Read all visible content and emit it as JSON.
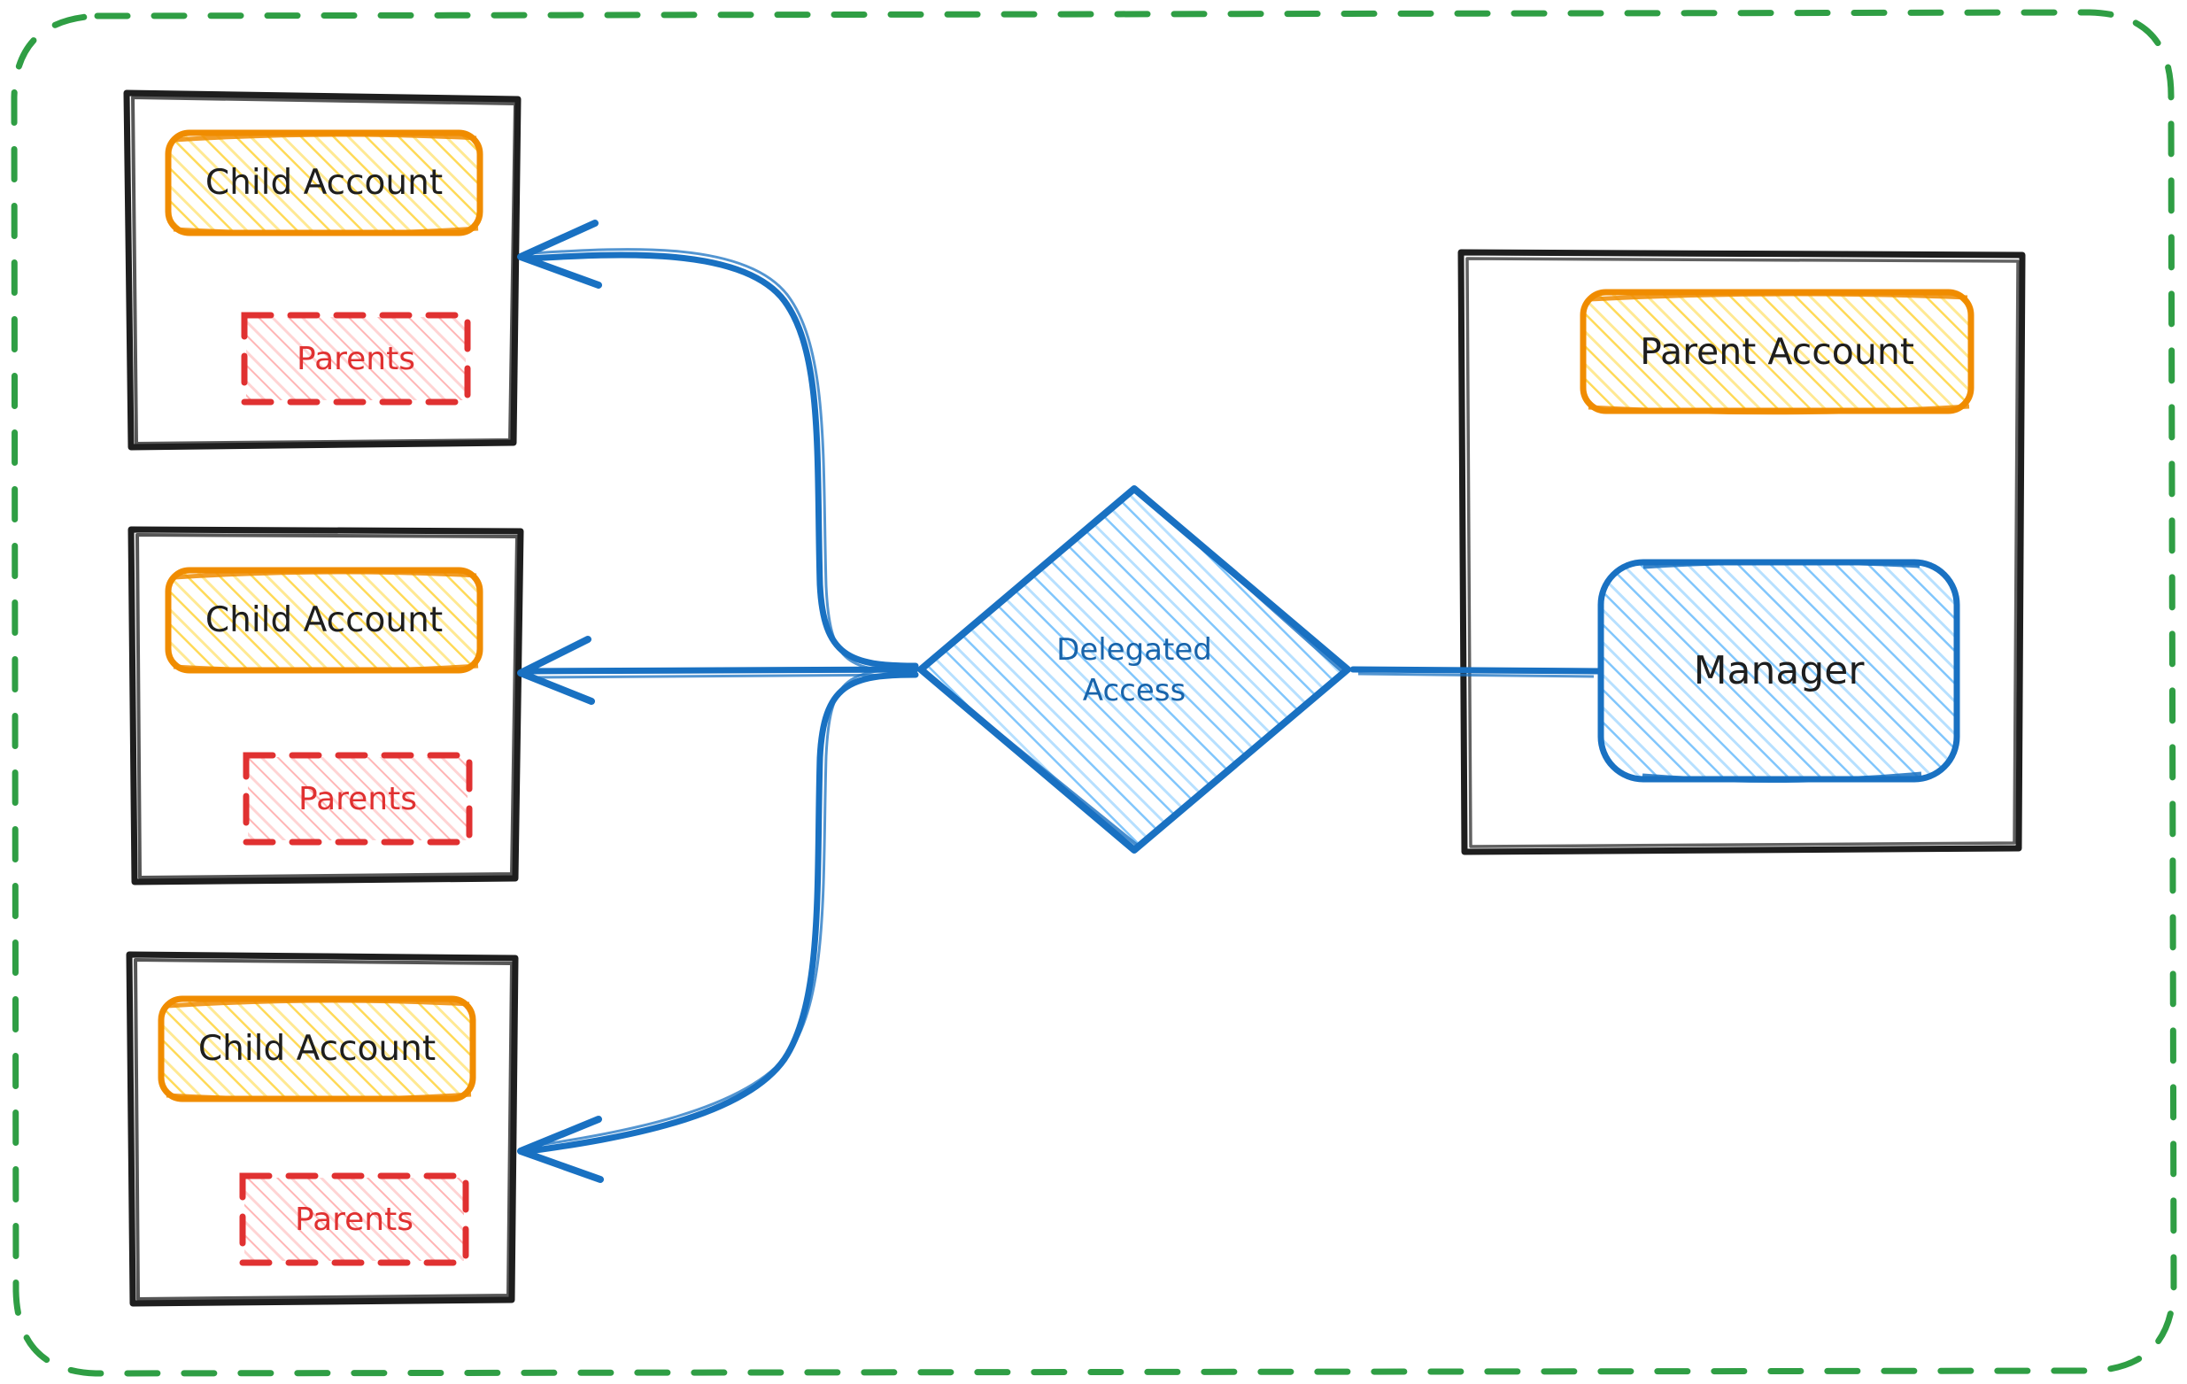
{
  "diagram": {
    "title": "Delegated Access",
    "type": "architecture-diagram",
    "background": "#ffffff",
    "outer_boundary": {
      "name": "organization-boundary",
      "style": "dashed",
      "color": "#2f9e44"
    },
    "colors": {
      "panel_stroke": "#1e1e1e",
      "account_stroke": "#f08c00",
      "account_fill": "#ffec99",
      "parents_stroke": "#e03131",
      "parents_fill": "#ffc9c9",
      "delegated_stroke": "#1971c2",
      "delegated_fill": "#a5d8ff",
      "manager_stroke": "#1971c2",
      "manager_fill": "#a5d8ff",
      "arrow": "#1971c2",
      "boundary": "#2f9e44",
      "text_dark": "#1e1e1e",
      "text_red": "#e03131",
      "text_blue": "#1864ab"
    },
    "child_panels": [
      {
        "id": "child-panel-1",
        "account_label": "Child Account",
        "parents_label": "Parents"
      },
      {
        "id": "child-panel-2",
        "account_label": "Child Account",
        "parents_label": "Parents"
      },
      {
        "id": "child-panel-3",
        "account_label": "Child Account",
        "parents_label": "Parents"
      }
    ],
    "parent_panel": {
      "id": "parent-panel",
      "account_label": "Parent Account",
      "manager_label": "Manager"
    },
    "decision": {
      "id": "delegated-access-diamond",
      "line1": "Delegated",
      "line2": "Access"
    },
    "connections": [
      {
        "from": "delegated-access-diamond",
        "to": "child-panel-1",
        "style": "curved-arrow",
        "direction": "left"
      },
      {
        "from": "delegated-access-diamond",
        "to": "child-panel-2",
        "style": "straight-arrow",
        "direction": "left"
      },
      {
        "from": "delegated-access-diamond",
        "to": "child-panel-3",
        "style": "curved-arrow",
        "direction": "left"
      },
      {
        "from": "manager",
        "to": "delegated-access-diamond",
        "style": "line",
        "direction": "left"
      }
    ]
  }
}
